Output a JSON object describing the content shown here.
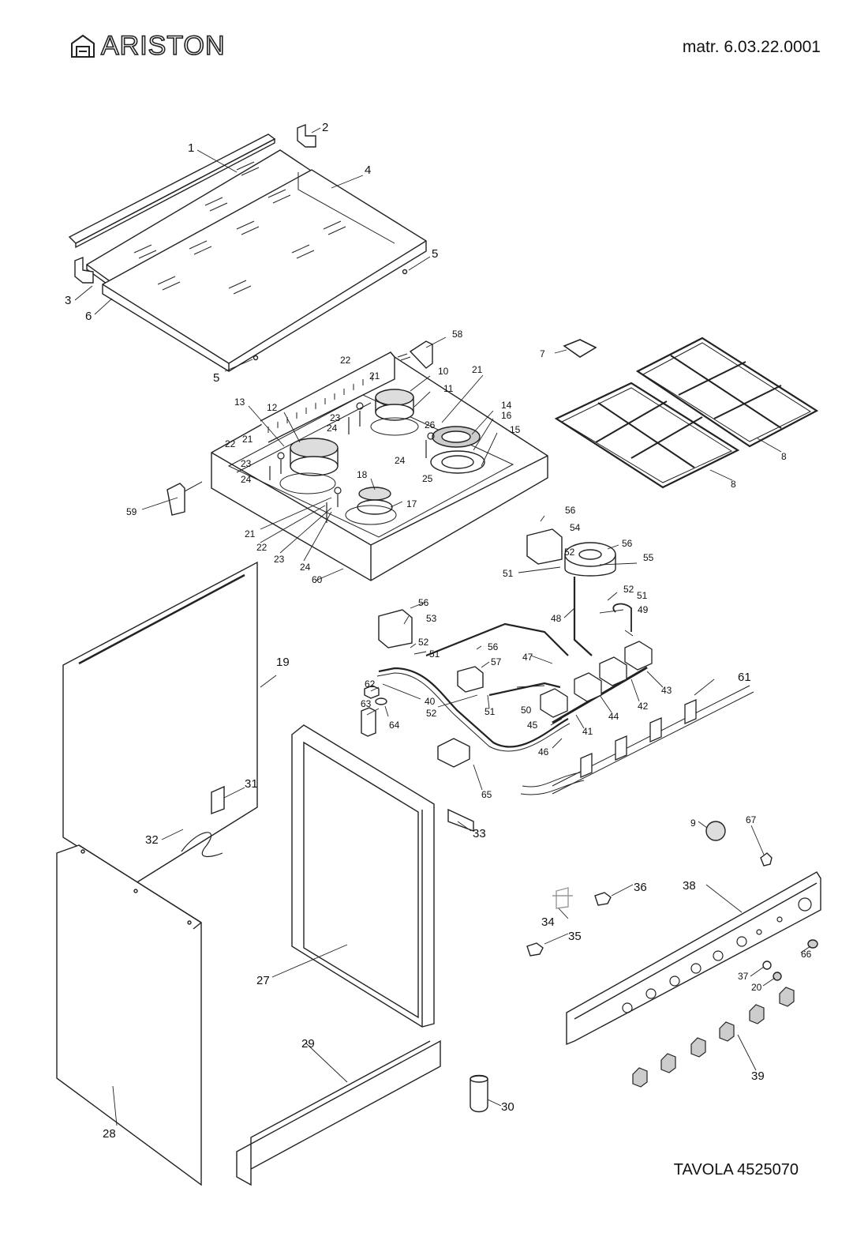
{
  "header": {
    "brand": "ARISTON",
    "material_code": "matr. 6.03.22.0001"
  },
  "footer": {
    "table_code": "TAVOLA 4525070"
  },
  "part_labels": {
    "p1": "1",
    "p2": "2",
    "p3": "3",
    "p4": "4",
    "p5a": "5",
    "p5b": "5",
    "p6": "6",
    "p7": "7",
    "p8a": "8",
    "p8b": "8",
    "p9": "9",
    "p10": "10",
    "p11": "11",
    "p12": "12",
    "p13": "13",
    "p14": "14",
    "p15": "15",
    "p16": "16",
    "p17": "17",
    "p18": "18",
    "p19": "19",
    "p20": "20",
    "p21a": "21",
    "p21b": "21",
    "p21c": "21",
    "p21d": "21",
    "p22a": "22",
    "p22b": "22",
    "p22c": "22",
    "p23a": "23",
    "p23b": "23",
    "p23c": "23",
    "p24a": "24",
    "p24b": "24",
    "p24c": "24",
    "p24d": "24",
    "p25": "25",
    "p26": "26",
    "p27": "27",
    "p28": "28",
    "p29": "29",
    "p30": "30",
    "p31": "31",
    "p32": "32",
    "p33": "33",
    "p34": "34",
    "p35": "35",
    "p36": "36",
    "p37": "37",
    "p38": "38",
    "p39": "39",
    "p40": "40",
    "p41": "41",
    "p42": "42",
    "p43": "43",
    "p44": "44",
    "p45": "45",
    "p46": "46",
    "p47": "47",
    "p48": "48",
    "p49": "49",
    "p50": "50",
    "p51a": "51",
    "p51b": "51",
    "p51c": "51",
    "p51d": "51",
    "p52a": "52",
    "p52b": "52",
    "p52c": "52",
    "p52d": "52",
    "p53": "53",
    "p54": "54",
    "p55": "55",
    "p56a": "56",
    "p56b": "56",
    "p56c": "56",
    "p56d": "56",
    "p57": "57",
    "p58": "58",
    "p59": "59",
    "p60": "60",
    "p61": "61",
    "p62": "62",
    "p63": "63",
    "p64": "64",
    "p65": "65",
    "p66": "66",
    "p67": "67"
  }
}
